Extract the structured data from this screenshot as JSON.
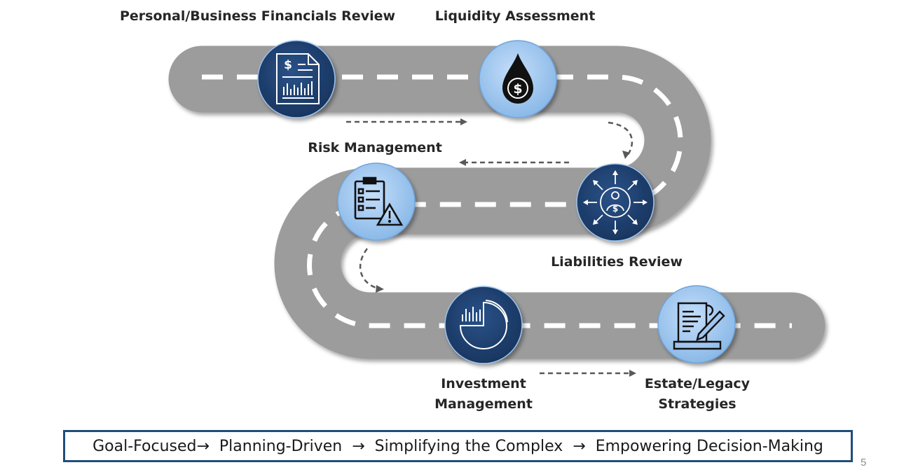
{
  "steps": [
    {
      "label_lines": [
        "Personal/Business Financials Review"
      ],
      "icon": "financial-report-icon",
      "theme": "dark"
    },
    {
      "label_lines": [
        "Liquidity Assessment"
      ],
      "icon": "liquidity-drop-dollar-icon",
      "theme": "light"
    },
    {
      "label_lines": [
        "Risk Management"
      ],
      "icon": "clipboard-warning-icon",
      "theme": "light"
    },
    {
      "label_lines": [
        "Liabilities Review"
      ],
      "icon": "person-dollar-arrows-icon",
      "theme": "dark"
    },
    {
      "label_lines": [
        "Investment",
        "Management"
      ],
      "icon": "pie-chart-bars-icon",
      "theme": "dark"
    },
    {
      "label_lines": [
        "Estate/Legacy",
        "Strategies"
      ],
      "icon": "document-pen-icon",
      "theme": "light"
    }
  ],
  "tagline": "Goal-Focused→  Planning-Driven  →  Simplifying the Complex  →  Empowering Decision-Making",
  "page_number": "5",
  "colors": {
    "road": "#9c9c9c",
    "road_dash": "#ffffff",
    "dark_circle": "#1f3e6e",
    "light_circle": "#9fc6ef",
    "arrow": "#595959",
    "tagline_border": "#1f4e79"
  }
}
